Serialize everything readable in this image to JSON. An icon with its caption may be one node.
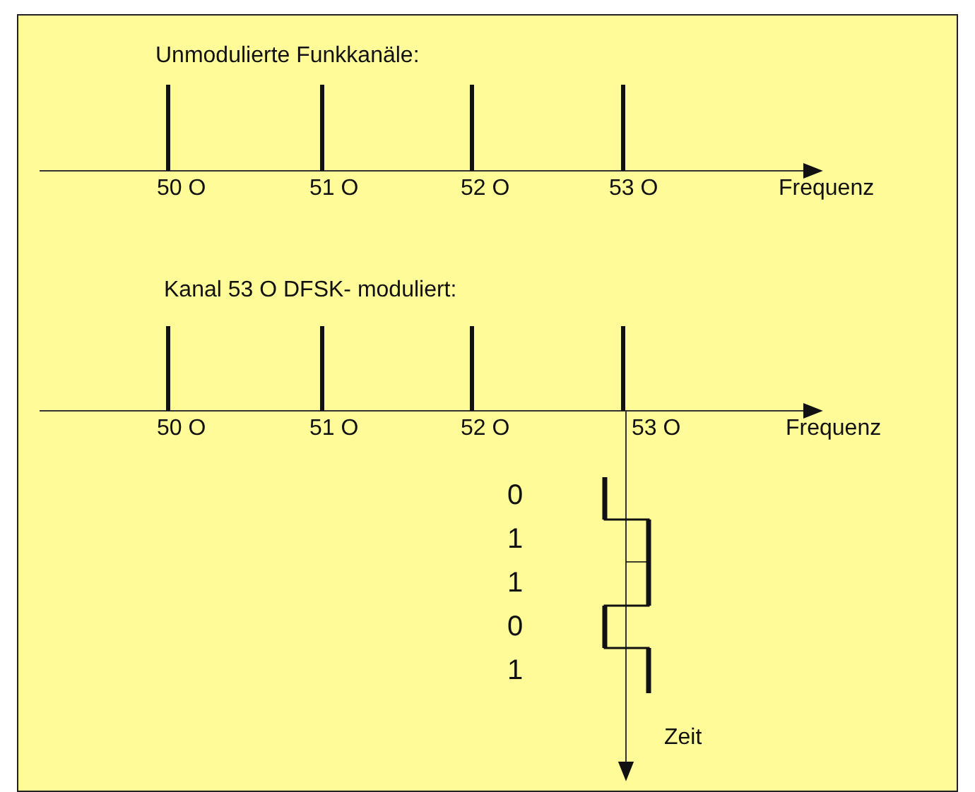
{
  "diagram": {
    "labels": [
      "Unmodulierte Funkkanäle:",
      "50 O",
      "51 O",
      "52 O",
      "53 O",
      "Frequenz",
      "Kanal 53 O DFSK- moduliert:",
      "50 O",
      "51 O",
      "52 O",
      "53 O",
      "Frequenz",
      "0",
      "1",
      "1",
      "0",
      "1",
      "Zeit"
    ]
  }
}
